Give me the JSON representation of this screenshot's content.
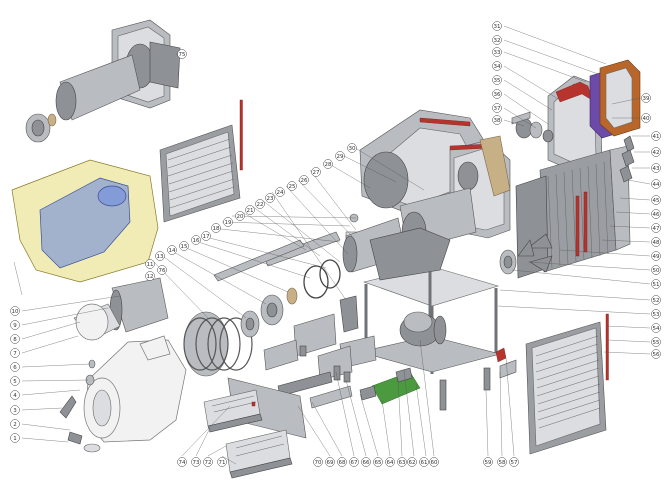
{
  "diagram": {
    "callouts": [
      {
        "id": "c1",
        "text": "1"
      },
      {
        "id": "c2",
        "text": "2"
      },
      {
        "id": "c3",
        "text": "3"
      },
      {
        "id": "c4",
        "text": "4"
      },
      {
        "id": "c5",
        "text": "5"
      },
      {
        "id": "c6",
        "text": "6"
      },
      {
        "id": "c7",
        "text": "7"
      },
      {
        "id": "c8",
        "text": "8"
      },
      {
        "id": "c9",
        "text": "9"
      },
      {
        "id": "c10",
        "text": "10"
      },
      {
        "id": "c11",
        "text": "11"
      },
      {
        "id": "c12",
        "text": "12"
      },
      {
        "id": "c13",
        "text": "13"
      },
      {
        "id": "c14",
        "text": "14"
      },
      {
        "id": "c15",
        "text": "15"
      },
      {
        "id": "c16",
        "text": "16"
      },
      {
        "id": "c17",
        "text": "17"
      },
      {
        "id": "c18",
        "text": "18"
      },
      {
        "id": "c19",
        "text": "19"
      },
      {
        "id": "c20",
        "text": "20"
      },
      {
        "id": "c21",
        "text": "21"
      },
      {
        "id": "c22",
        "text": "22"
      },
      {
        "id": "c23",
        "text": "23"
      },
      {
        "id": "c24",
        "text": "24"
      },
      {
        "id": "c25",
        "text": "25"
      },
      {
        "id": "c26",
        "text": "26"
      },
      {
        "id": "c27",
        "text": "27"
      },
      {
        "id": "c28",
        "text": "28"
      },
      {
        "id": "c29",
        "text": "29"
      },
      {
        "id": "c30",
        "text": "30"
      },
      {
        "id": "c31",
        "text": "31"
      },
      {
        "id": "c32",
        "text": "32"
      },
      {
        "id": "c33",
        "text": "33"
      },
      {
        "id": "c34",
        "text": "34"
      },
      {
        "id": "c35",
        "text": "35"
      },
      {
        "id": "c36",
        "text": "36"
      },
      {
        "id": "c37",
        "text": "37"
      },
      {
        "id": "c38",
        "text": "38"
      },
      {
        "id": "c39",
        "text": "39"
      },
      {
        "id": "c40",
        "text": "40"
      },
      {
        "id": "c41",
        "text": "41"
      },
      {
        "id": "c42",
        "text": "42"
      },
      {
        "id": "c43",
        "text": "43"
      },
      {
        "id": "c44",
        "text": "44"
      },
      {
        "id": "c45",
        "text": "45"
      },
      {
        "id": "c46",
        "text": "46"
      },
      {
        "id": "c47",
        "text": "47"
      },
      {
        "id": "c48",
        "text": "48"
      },
      {
        "id": "c49",
        "text": "49"
      },
      {
        "id": "c50",
        "text": "50"
      },
      {
        "id": "c51",
        "text": "51"
      },
      {
        "id": "c52",
        "text": "52"
      },
      {
        "id": "c53",
        "text": "53"
      },
      {
        "id": "c54",
        "text": "54"
      },
      {
        "id": "c55",
        "text": "55"
      },
      {
        "id": "c56",
        "text": "56"
      },
      {
        "id": "c57",
        "text": "57"
      },
      {
        "id": "c58",
        "text": "58"
      },
      {
        "id": "c59",
        "text": "59"
      },
      {
        "id": "c60",
        "text": "60"
      },
      {
        "id": "c61",
        "text": "61"
      },
      {
        "id": "c62",
        "text": "62"
      },
      {
        "id": "c63",
        "text": "63"
      },
      {
        "id": "c64",
        "text": "64"
      },
      {
        "id": "c65",
        "text": "65"
      },
      {
        "id": "c66",
        "text": "66"
      },
      {
        "id": "c67",
        "text": "67"
      },
      {
        "id": "c68",
        "text": "68"
      },
      {
        "id": "c69",
        "text": "69"
      },
      {
        "id": "c70",
        "text": "70"
      },
      {
        "id": "c71",
        "text": "71"
      },
      {
        "id": "c72",
        "text": "72"
      },
      {
        "id": "c73",
        "text": "73"
      },
      {
        "id": "c74",
        "text": "74"
      },
      {
        "id": "c75",
        "text": "75"
      },
      {
        "id": "c76",
        "text": "76"
      }
    ],
    "colors": {
      "metal": "#b9bcc0",
      "accent_red": "#b7332d",
      "bowl_yellow": "#e6dc78",
      "bowl_blue": "#6e8cdc",
      "board_green": "#4c9a3f",
      "gasket_purple": "#6b4aa8",
      "gasket_orange": "#b9662a"
    }
  }
}
